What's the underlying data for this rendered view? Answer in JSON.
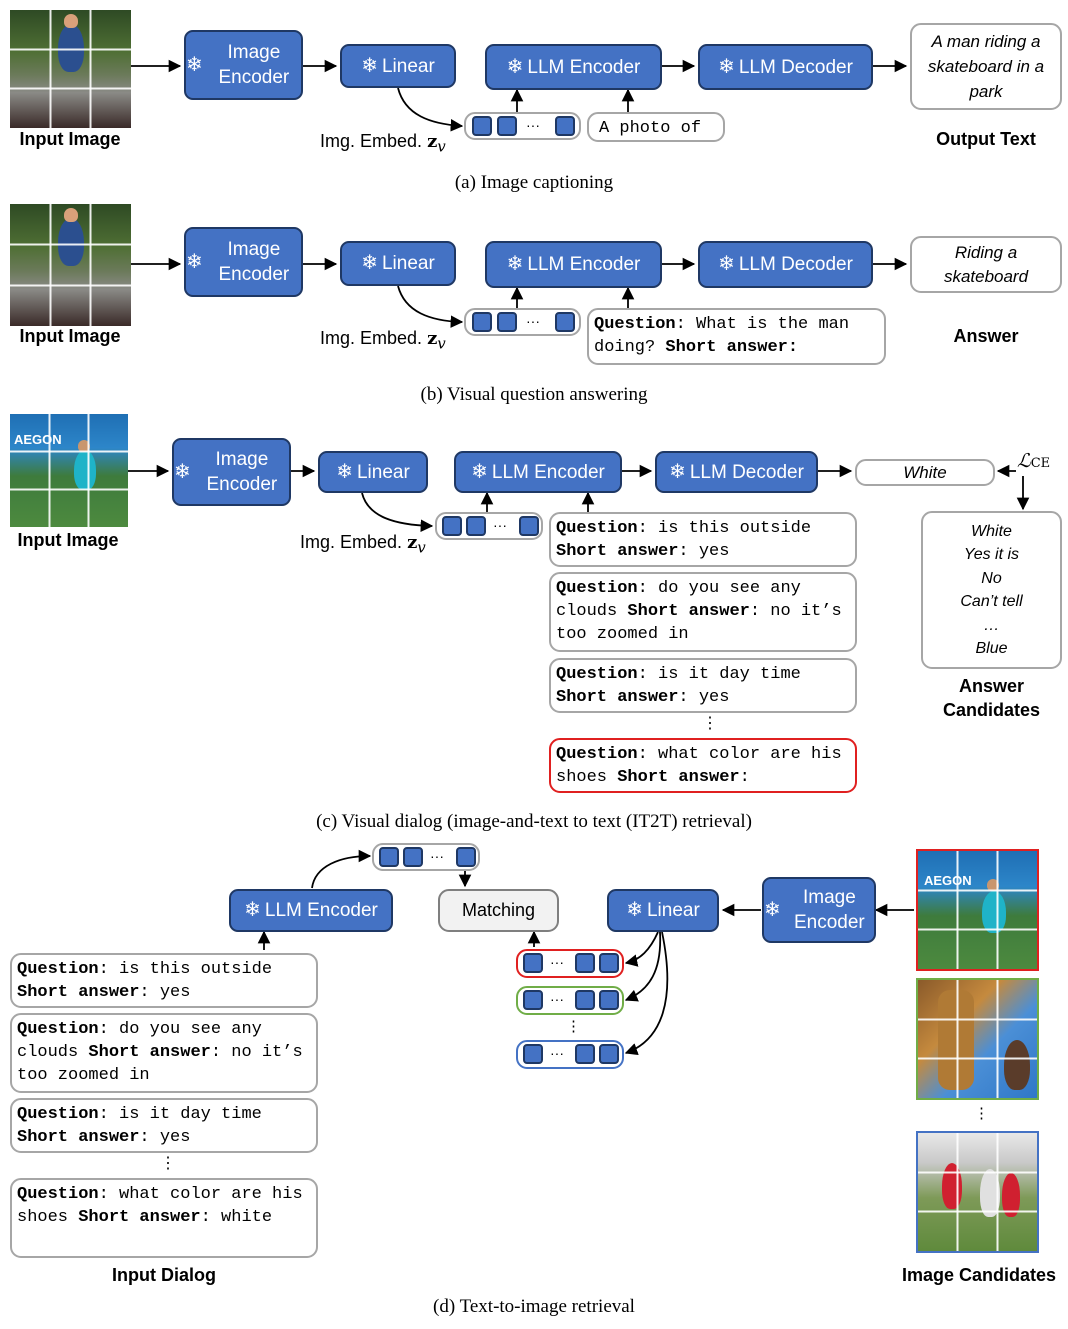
{
  "common": {
    "image_encoder": "Image Encoder",
    "linear": "Linear",
    "llm_encoder": "LLM Encoder",
    "llm_decoder": "LLM Decoder",
    "input_image": "Input Image",
    "img_embed": "Img. Embed.",
    "zv": "z",
    "zv_sub": "v",
    "ellipsis": "···",
    "vdots": "⋮",
    "snowflake": "❄"
  },
  "a": {
    "caption": "(a) Image captioning",
    "prompt": "A photo of",
    "output": "A man riding a skateboard in a park",
    "output_label": "Output Text"
  },
  "b": {
    "caption": "(b) Visual question answering",
    "q_label": "Question",
    "q_text": ": What is the man doing?",
    "sa_label": "Short answer:",
    "output": "Riding a skateboard",
    "output_label": "Answer"
  },
  "c": {
    "caption": "(c) Visual dialog (image-and-text to text (IT2T) retrieval)",
    "output": "White",
    "loss": "ℒ",
    "loss_sub": "CE",
    "dialog": [
      {
        "q": ": is this outside",
        "a": ": yes"
      },
      {
        "q": ": do you see any clouds",
        "a": ": no it’s too zoomed in"
      },
      {
        "q": ": is it day time",
        "a": ": yes"
      },
      {
        "q": ": what color are his shoes",
        "a": ":"
      }
    ],
    "candidates": [
      "White",
      "Yes it is",
      "No",
      "Can’t tell",
      "…",
      "Blue"
    ],
    "candidates_label_1": "Answer",
    "candidates_label_2": "Candidates"
  },
  "d": {
    "caption": "(d) Text-to-image retrieval",
    "matching": "Matching",
    "dialog": [
      {
        "q": ": is this outside",
        "a": ": yes"
      },
      {
        "q": ": do you see any clouds",
        "a": ": no it’s too zoomed in"
      },
      {
        "q": ": is it day time",
        "a": ": yes"
      },
      {
        "q": ": what color are his shoes",
        "a": ": white"
      }
    ],
    "dialog_label": "Input Dialog",
    "candidates_label": "Image Candidates"
  },
  "labels": {
    "question": "Question",
    "short_answer": "Short answer"
  },
  "colors": {
    "block_fill": "#4472c4",
    "block_border": "#1f3864",
    "box_border": "#a6a6a6",
    "highlight_red": "#e02020",
    "highlight_green": "#70ad47",
    "highlight_blue": "#4472c4"
  }
}
